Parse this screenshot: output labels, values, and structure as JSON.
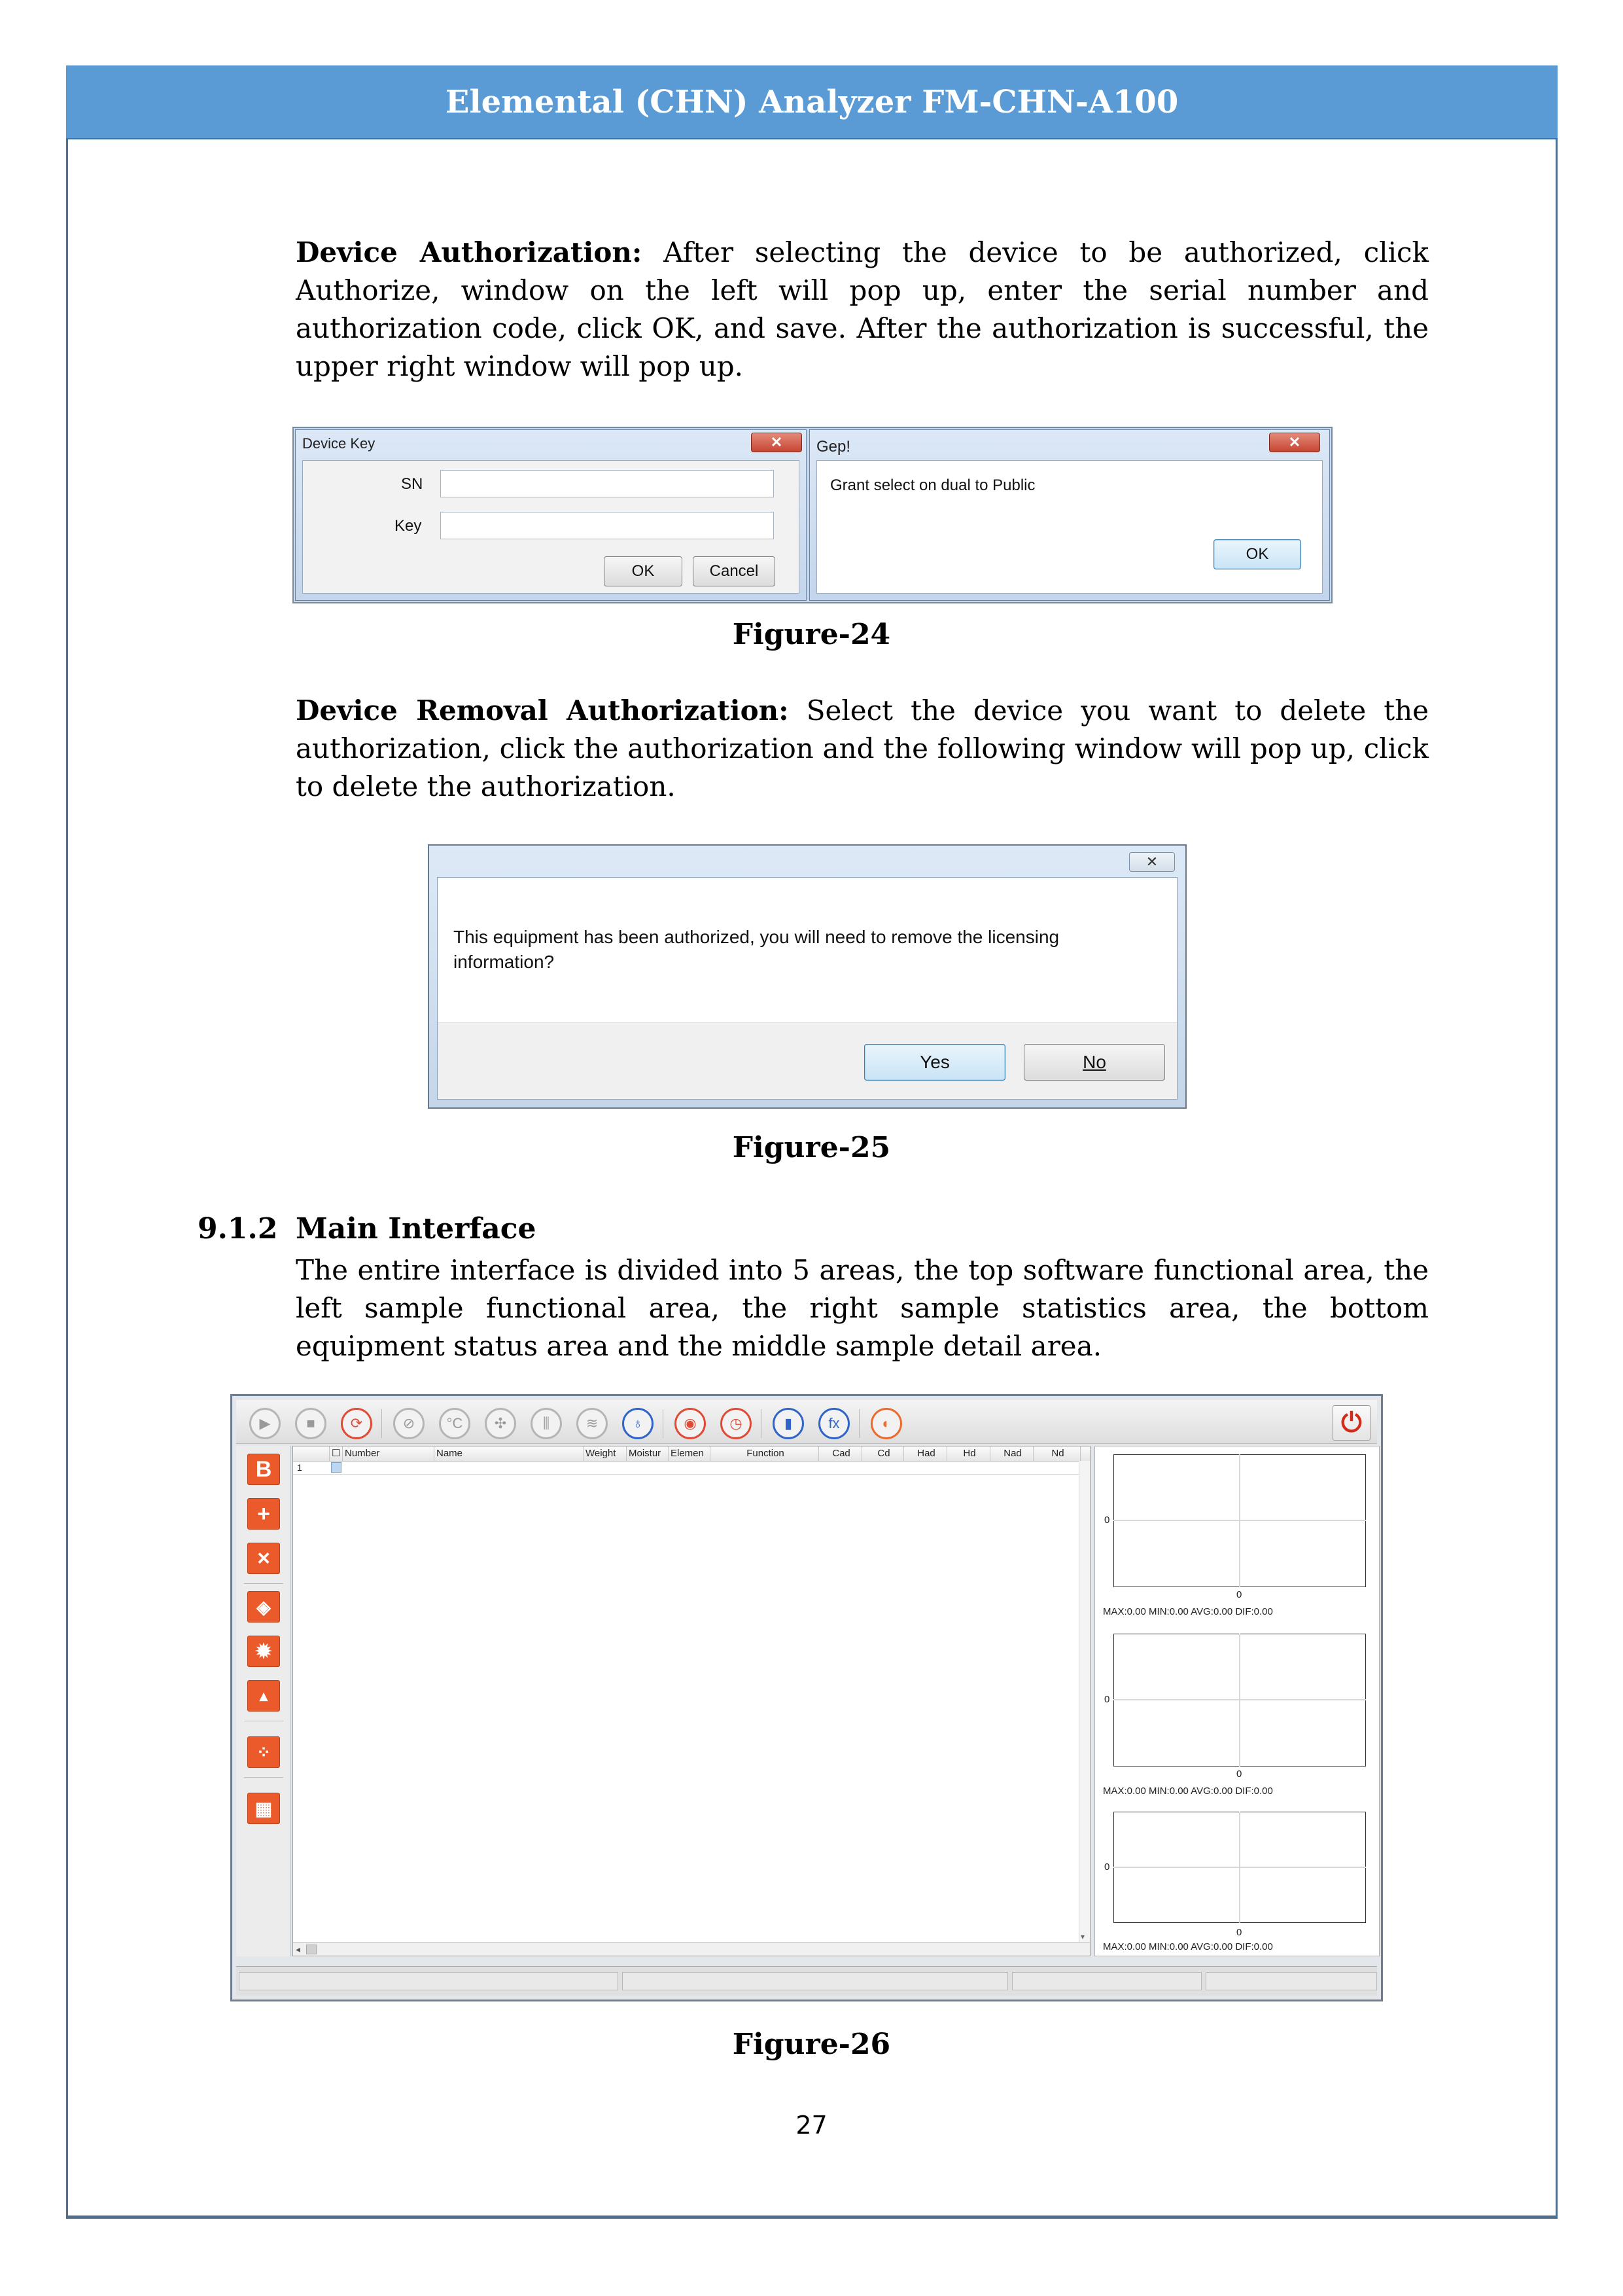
{
  "header": {
    "title": "Elemental (CHN) Analyzer FM-CHN-A100"
  },
  "para1": {
    "bold": "Device Authorization:",
    "text": " After selecting the device to be authorized, click Authorize, window on the left will pop up, enter the serial number and authorization code, click OK, and save. After the authorization is successful, the upper right window will pop up."
  },
  "fig24": {
    "device_key": {
      "title": "Device Key",
      "close": "✕",
      "sn_label": "SN",
      "key_label": "Key",
      "ok": "OK",
      "cancel": "Cancel"
    },
    "gep": {
      "title": "Gep!",
      "close": "✕",
      "message": "Grant select on dual to Public",
      "ok": "OK"
    },
    "caption": "Figure-24"
  },
  "para2": {
    "bold": "Device Removal Authorization:",
    "text": " Select the device you want to delete the authorization, click the authorization and the following window will pop up, click to delete the authorization."
  },
  "fig25": {
    "close": "✕",
    "message": "This equipment has been authorized, you will need to remove the licensing information?",
    "yes": "Yes",
    "no": "No",
    "caption": "Figure-25"
  },
  "section": {
    "number": "9.1.2",
    "title": "Main Interface",
    "text": "The entire interface is divided into 5 areas, the top software functional area, the left sample functional area, the right sample statistics area, the bottom equipment status area and the middle sample detail area."
  },
  "fig26": {
    "toolbar_icons": [
      "play-icon",
      "stop-icon",
      "reset-icon",
      "oxygen-icon",
      "temperature-icon",
      "fan-icon",
      "valves-icon",
      "gas-flow-icon",
      "furnace-icon",
      "view-icon",
      "timer-icon",
      "sensor-icon",
      "function-icon",
      "calibration-icon"
    ],
    "toolbar_glyphs": [
      "▶",
      "■",
      "⟳",
      "⊘",
      "°C",
      "✣",
      "⫼",
      "≋",
      "♁",
      "◉",
      "◷",
      "▮",
      "fx",
      "◐"
    ],
    "power_glyph": "⏻",
    "left_buttons": [
      "B",
      "+",
      "×",
      "◈",
      "✹",
      "▴",
      "⁘",
      "▦"
    ],
    "columns": [
      "☐",
      "Number",
      "Name",
      "Weight",
      "Moistur",
      "Elemen",
      "Function",
      "Cad",
      "Cd",
      "Had",
      "Hd",
      "Nad",
      "Nd"
    ],
    "row_number": "1",
    "scroll_left": "◂",
    "scroll_down": "▾",
    "charts": [
      {
        "y_label": "0",
        "x_label": "0",
        "stats": "MAX:0.00 MIN:0.00 AVG:0.00 DIF:0.00"
      },
      {
        "y_label": "0",
        "x_label": "0",
        "stats": "MAX:0.00 MIN:0.00 AVG:0.00 DIF:0.00"
      },
      {
        "y_label": "0",
        "x_label": "0",
        "stats": "MAX:0.00 MIN:0.00 AVG:0.00 DIF:0.00"
      }
    ],
    "caption": "Figure-26"
  },
  "page_number": "27"
}
